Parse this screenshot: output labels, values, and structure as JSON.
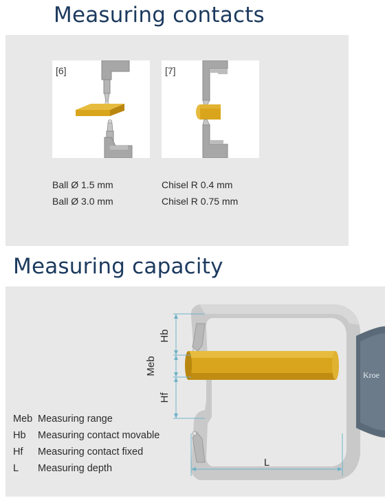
{
  "contacts": {
    "title": "Measuring contacts",
    "items": [
      {
        "number": "[6]",
        "lines": [
          "Ball Ø 1.5 mm",
          "Ball Ø 3.0 mm"
        ]
      },
      {
        "number": "[7]",
        "lines": [
          "Chisel R 0.4 mm",
          "Chisel R 0.75 mm"
        ]
      }
    ]
  },
  "capacity": {
    "title": "Measuring capacity",
    "diagram_labels": {
      "hb": "Hb",
      "meb": "Meb",
      "hf": "Hf",
      "l": "L",
      "brand": "Kroe"
    },
    "legend": [
      {
        "abbr": "Meb",
        "text": "Measuring range"
      },
      {
        "abbr": "Hb",
        "text": "Measuring contact movable"
      },
      {
        "abbr": "Hf",
        "text": "Measuring contact fixed"
      },
      {
        "abbr": "L",
        "text": "Measuring depth"
      }
    ]
  },
  "colors": {
    "heading": "#1c3a5e",
    "panel": "#e8e8e8",
    "workpiece": "#d9a51c",
    "gauge_body": "#5a6a78",
    "dimension": "#6fb3c8"
  }
}
